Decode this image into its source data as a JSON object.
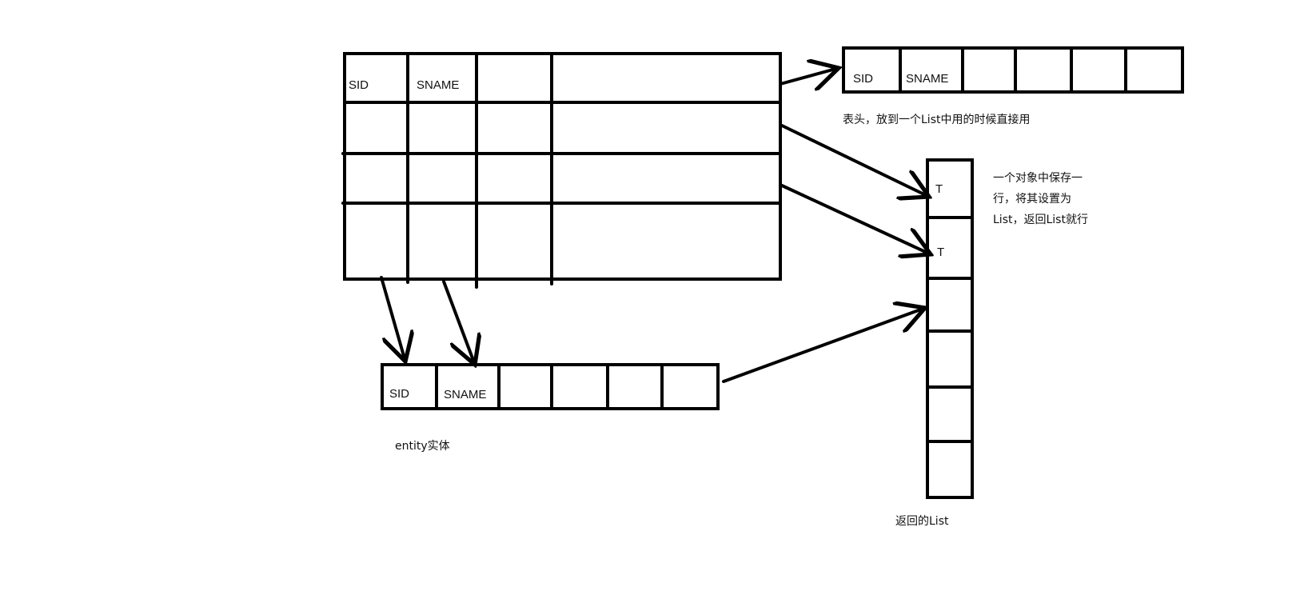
{
  "db_table": {
    "header": [
      "SID",
      "SNAME",
      "",
      ""
    ]
  },
  "table_header_list": {
    "cells": [
      "SID",
      "SNAME",
      "",
      "",
      "",
      ""
    ],
    "caption": "表头，放到一个List中用的时候直接用"
  },
  "entity": {
    "cells": [
      "SID",
      "SNAME",
      "",
      "",
      "",
      ""
    ],
    "caption": "entity实体"
  },
  "return_list": {
    "cells": [
      "T",
      "T",
      "",
      "",
      "",
      ""
    ],
    "caption": "返回的List",
    "note_lines": [
      "一个对象中保存一",
      "行，将其设置为",
      "List，返回List就行"
    ]
  },
  "colors": {
    "stroke": "#000000",
    "background": "#ffffff"
  }
}
